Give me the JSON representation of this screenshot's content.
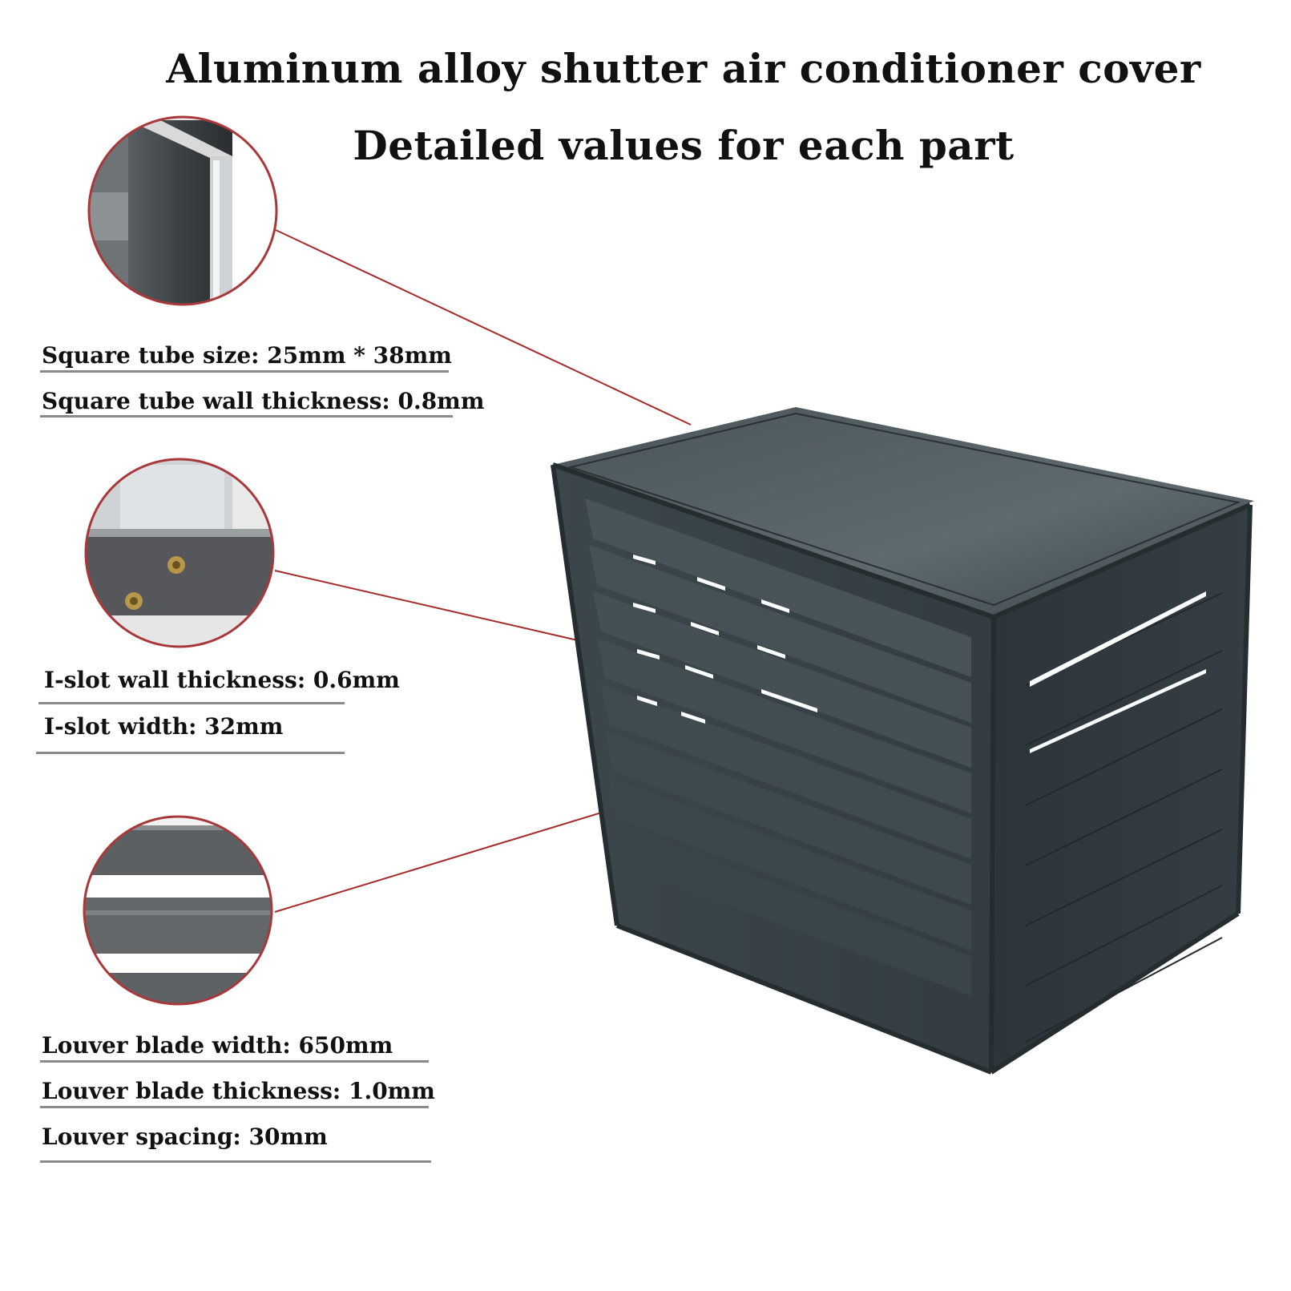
{
  "title": {
    "line1": "Aluminum alloy shutter air conditioner cover",
    "line2": "Detailed values for each part"
  },
  "specs": {
    "square_tube": [
      "Square tube size: 25mm * 38mm",
      "Square tube wall thickness: 0.8mm"
    ],
    "i_slot": [
      "I-slot wall thickness: 0.6mm",
      "I-slot width: 32mm"
    ],
    "louver": [
      "Louver blade width: 650mm",
      "Louver blade thickness: 1.0mm",
      "Louver spacing: 30mm"
    ]
  },
  "colors": {
    "cover_body": "#3a4448",
    "callout_line": "#a52a2a",
    "rule": "#8a8a8a"
  }
}
